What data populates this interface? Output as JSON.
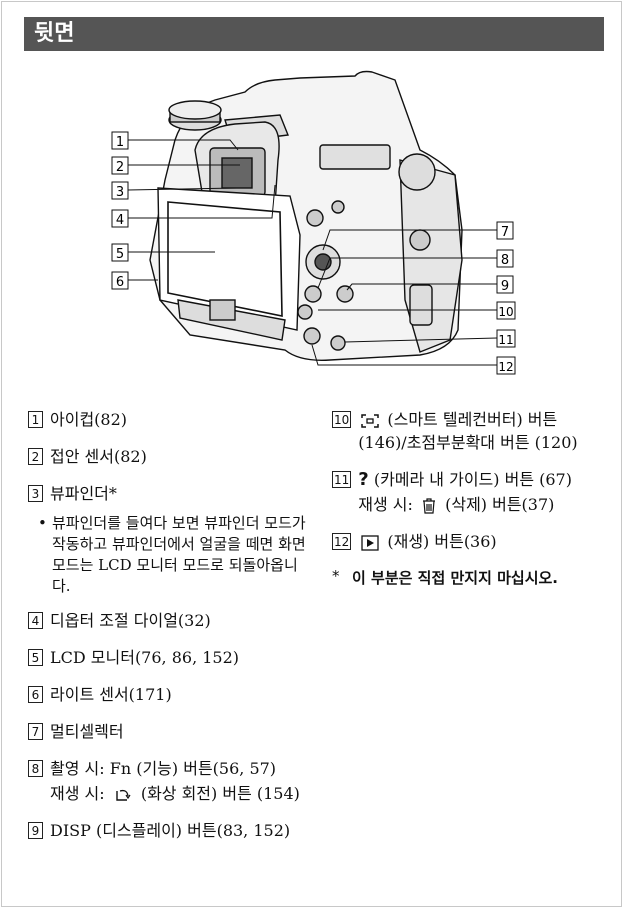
{
  "header": {
    "title": "뒷면"
  },
  "callouts": [
    "1",
    "2",
    "3",
    "4",
    "5",
    "6",
    "7",
    "8",
    "9",
    "10",
    "11",
    "12"
  ],
  "left_items": [
    {
      "num": "1",
      "text": "아이컵(82)"
    },
    {
      "num": "2",
      "text": "접안 센서(82)"
    },
    {
      "num": "3",
      "text": "뷰파인더*"
    },
    {
      "num": "4",
      "text": "디옵터 조절 다이얼(32)"
    },
    {
      "num": "5",
      "text": "LCD 모니터(76, 86, 152)"
    },
    {
      "num": "6",
      "text": "라이트 센서(171)"
    },
    {
      "num": "7",
      "text": "멀티셀렉터"
    },
    {
      "num": "8",
      "text": "촬영 시: Fn (기능) 버튼(56, 57)",
      "sub_prefix": "재생 시: ",
      "sub_suffix": " (화상 회전) 버튼 (154)"
    },
    {
      "num": "9",
      "text": "DISP (디스플레이) 버튼(83, 152)"
    }
  ],
  "viewfinder_note": {
    "bullet": "•",
    "text": "뷰파인더를 들여다 보면 뷰파인더 모드가 작동하고 뷰파인더에서 얼굴을 떼면 화면 모드는 LCD 모니터 모드로 되돌아옵니다."
  },
  "right_items": [
    {
      "num": "10",
      "text": " (스마트 텔레컨버터) 버튼 (146)/초점부분확대 버튼 (120)"
    },
    {
      "num": "11",
      "text": " (카메라 내 가이드) 버튼 (67)",
      "sub_prefix": "재생 시: ",
      "sub_suffix": " (삭제) 버튼(37)"
    },
    {
      "num": "12",
      "text": " (재생) 버튼(36)"
    }
  ],
  "footnote": {
    "mark": "*",
    "text": "이 부분은 직접 만지지 마십시오."
  }
}
